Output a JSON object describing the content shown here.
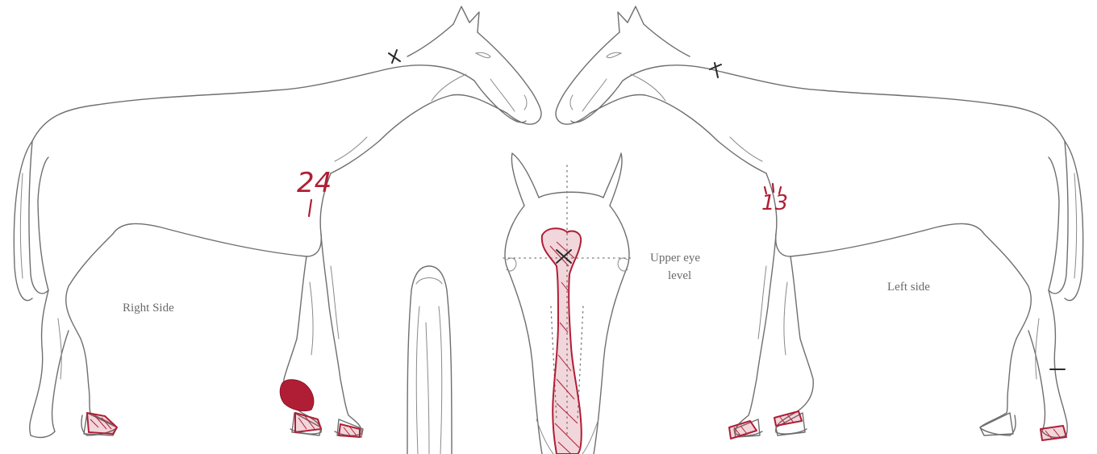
{
  "labels": {
    "right_side": "Right Side",
    "left_side": "Left side",
    "eye_level_line1": "Upper eye",
    "eye_level_line2": "level"
  },
  "annotations": {
    "right_number": "24",
    "left_number": "13"
  },
  "colors": {
    "outline": "#6f6f6f",
    "marking": "#b01e35",
    "cross_mark": "#2a2a2a"
  }
}
